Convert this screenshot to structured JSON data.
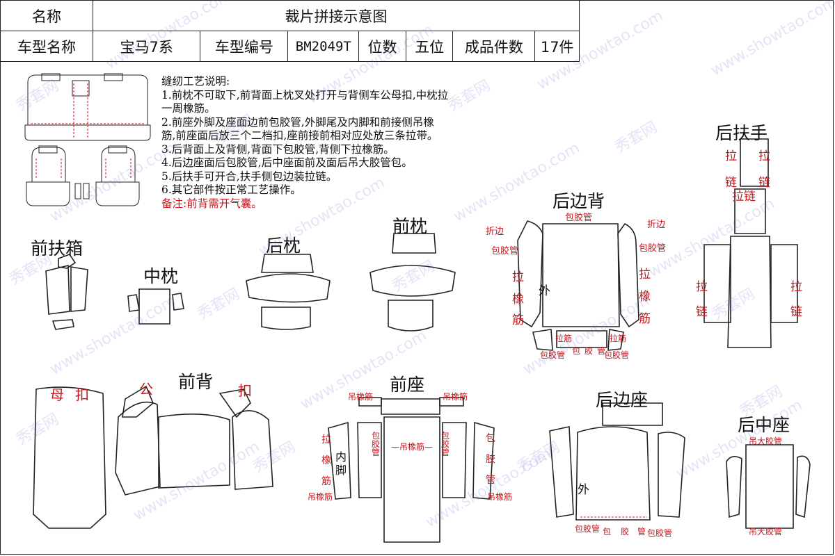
{
  "header": {
    "name_label": "名称",
    "name_value": "裁片拼接示意图",
    "model_label": "车型名称",
    "model_value": "宝马7系",
    "code_label": "车型编号",
    "code_value": "BM2049T",
    "seats_label": "位数",
    "seats_value": "五位",
    "pieces_label": "成品件数",
    "pieces_value": "17件"
  },
  "notes": {
    "title": "缝纫工艺说明:",
    "lines": [
      "1.前枕不可取下,前背面上枕叉处打开与背侧车公母扣,中枕拉",
      "一周橡筋。",
      "2.前座外脚及座面边前包胶管,外脚尾及内脚和前接侧吊橡",
      "筋,前座面后放三个二档扣,座前接前相对应处放三条拉带。",
      "3.后背面上及背侧,背面下包胶管,背侧下拉橡筋。",
      "4.后边座面后包胶管,后中座面前及面后吊大胶管包。",
      "5.后扶手可开合,扶手侧包边装拉链。",
      "6.其它部件按正常工艺操作。"
    ],
    "remark": "备注:前背需开气囊。"
  },
  "parts": {
    "front_armrest_box": "前扶箱",
    "middle_pillow": "中枕",
    "rear_pillow": "后枕",
    "front_pillow": "前枕",
    "rear_side_back": "后边背",
    "rear_armrest": "后扶手",
    "front_back": "前背",
    "front_seat": "前座",
    "rear_side_seat": "后边座",
    "rear_middle_seat": "后中座"
  },
  "annotations": {
    "mu": "母",
    "kou": "扣",
    "gong": "公",
    "bao_jiao_guan": "包胶管",
    "zhe_bian": "折边",
    "la": "拉",
    "xiang": "橡",
    "jin": "筋",
    "la_lian": "拉链",
    "lian": "链",
    "wai": "外",
    "nei_jiao": "内脚",
    "diao_xiang_jin": "吊橡筋",
    "diao_xiang_jin_mid": "—吊橡筋—",
    "diao_da_jiao_guan": "吊大胶管",
    "bao": "包",
    "jiao": "胶",
    "guan": "管",
    "lajin": "拉筋"
  },
  "watermark": {
    "site": "www.showtao.com",
    "brand": "秀套网"
  }
}
